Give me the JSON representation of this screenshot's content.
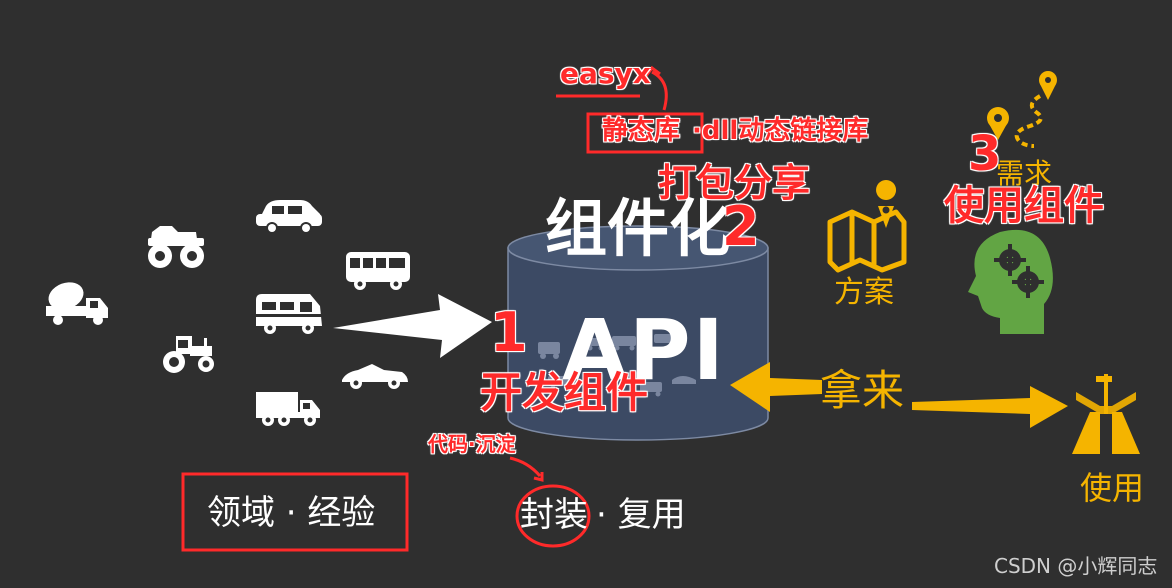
{
  "colors": {
    "background": "#2f2f2f",
    "annotation_red": "#ff2a2a",
    "gold": "#f5b400",
    "cylinder": "#3c4a64",
    "green": "#62a544",
    "white": "#ffffff"
  },
  "cylinder": {
    "top_text": "组件化",
    "main_text": "API"
  },
  "labels": {
    "domain_experience": "领域 · 经验",
    "encapsulate": "封装",
    "reuse": "· 复用",
    "take": "拿来",
    "plan": "方案",
    "use": "使用",
    "demand": "需求",
    "watermark": "CSDN @小辉同志"
  },
  "annotations": {
    "easyx": "easyx",
    "static_lib": "静态库",
    "dll": "·dll动态链接库",
    "pack_share": "打包分享",
    "num_1": "1",
    "develop_component": "开发组件",
    "num_2": "2",
    "num_3": "3",
    "use_component": "使用组件",
    "code_settle": "代码·沉淀"
  },
  "icons": [
    "car-icon",
    "monster-truck-icon",
    "bus-icon",
    "cement-mixer-icon",
    "rv-icon",
    "tractor-icon",
    "convertible-icon",
    "dump-truck-icon",
    "map-icon",
    "route-pins-icon",
    "head-gears-icon",
    "road-signpost-icon"
  ]
}
